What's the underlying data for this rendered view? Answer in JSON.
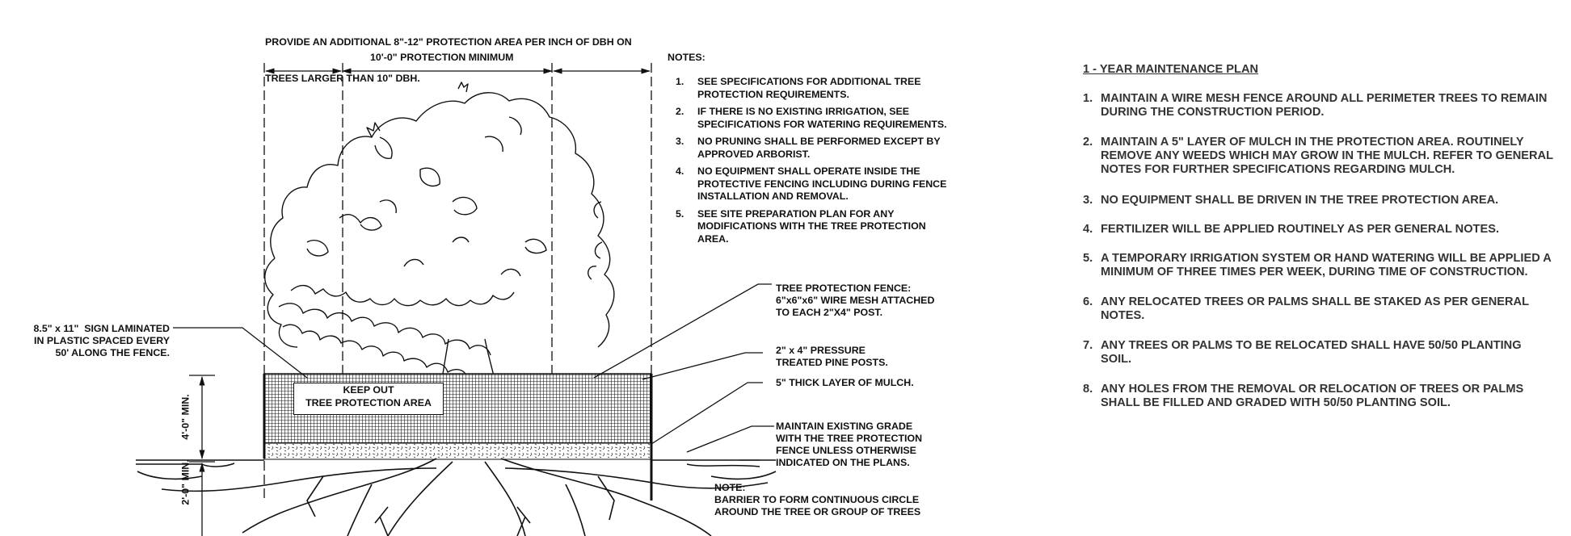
{
  "detail": {
    "top_note": [
      "PROVIDE AN ADDITIONAL 8\"-12\" PROTECTION AREA PER INCH OF DBH ON",
      "TREES LARGER THAN 10\" DBH."
    ],
    "dimension_label": "10'-0\" PROTECTION MINIMUM",
    "notes_title": "NOTES:",
    "notes": [
      {
        "num": "1.",
        "text": "SEE SPECIFICATIONS FOR ADDITIONAL TREE\nPROTECTION REQUIREMENTS."
      },
      {
        "num": "2.",
        "text": "IF THERE IS NO EXISTING IRRIGATION, SEE\nSPECIFICATIONS FOR WATERING REQUIREMENTS."
      },
      {
        "num": "3.",
        "text": "NO PRUNING SHALL BE PERFORMED EXCEPT BY\nAPPROVED ARBORIST."
      },
      {
        "num": "4.",
        "text": "NO EQUIPMENT SHALL OPERATE INSIDE THE\nPROTECTIVE FENCING INCLUDING DURING FENCE\nINSTALLATION AND REMOVAL."
      },
      {
        "num": "5.",
        "text": "SEE SITE PREPARATION PLAN FOR ANY\nMODIFICATIONS WITH THE TREE PROTECTION\nAREA."
      }
    ],
    "callouts": {
      "fence": "TREE PROTECTION FENCE:\n6\"x6\"x6\" WIRE MESH ATTACHED\nTO EACH 2\"X4\" POST.",
      "posts": "2\" x 4\" PRESSURE\nTREATED PINE POSTS.",
      "mulch": "5\" THICK LAYER OF MULCH.",
      "grade": "MAINTAIN EXISTING GRADE\nWITH THE TREE PROTECTION\nFENCE UNLESS OTHERWISE\nINDICATED ON THE PLANS.",
      "barrier": "NOTE:\nBARRIER TO FORM CONTINUOUS CIRCLE\nAROUND THE TREE OR GROUP OF TREES",
      "sign_callout": "8.5\" x 11\"  SIGN LAMINATED\nIN PLASTIC SPACED EVERY\n50' ALONG THE FENCE."
    },
    "sign": "KEEP OUT\nTREE PROTECTION AREA",
    "height_dim": "4'-0\" MIN.",
    "depth_dim": "2'-0\" MIN."
  },
  "maintenance": {
    "title": "1 - YEAR MAINTENANCE PLAN",
    "items": [
      {
        "num": "1.",
        "text": "MAINTAIN A WIRE MESH FENCE AROUND ALL PERIMETER TREES TO REMAIN\nDURING THE CONSTRUCTION PERIOD."
      },
      {
        "num": "2.",
        "text": "MAINTAIN A 5\" LAYER OF MULCH IN THE PROTECTION AREA. ROUTINELY\nREMOVE ANY WEEDS WHICH MAY GROW IN THE MULCH. REFER TO GENERAL\nNOTES FOR FURTHER SPECIFICATIONS REGARDING MULCH."
      },
      {
        "num": "3.",
        "text": "NO EQUIPMENT SHALL BE DRIVEN IN THE TREE PROTECTION AREA."
      },
      {
        "num": "4.",
        "text": "FERTILIZER WILL BE APPLIED ROUTINELY AS PER GENERAL NOTES."
      },
      {
        "num": "5.",
        "text": "A TEMPORARY IRRIGATION SYSTEM OR HAND WATERING WILL BE APPLIED A\nMINIMUM OF THREE TIMES PER WEEK, DURING TIME OF CONSTRUCTION."
      },
      {
        "num": "6.",
        "text": "ANY RELOCATED TREES OR PALMS SHALL BE STAKED AS PER GENERAL\nNOTES."
      },
      {
        "num": "7.",
        "text": "ANY TREES OR PALMS TO BE RELOCATED SHALL HAVE 50/50 PLANTING\nSOIL."
      },
      {
        "num": "8.",
        "text": "ANY HOLES FROM THE REMOVAL OR RELOCATION OF TREES OR PALMS\nSHALL BE FILLED AND GRADED WITH 50/50 PLANTING SOIL."
      }
    ]
  }
}
